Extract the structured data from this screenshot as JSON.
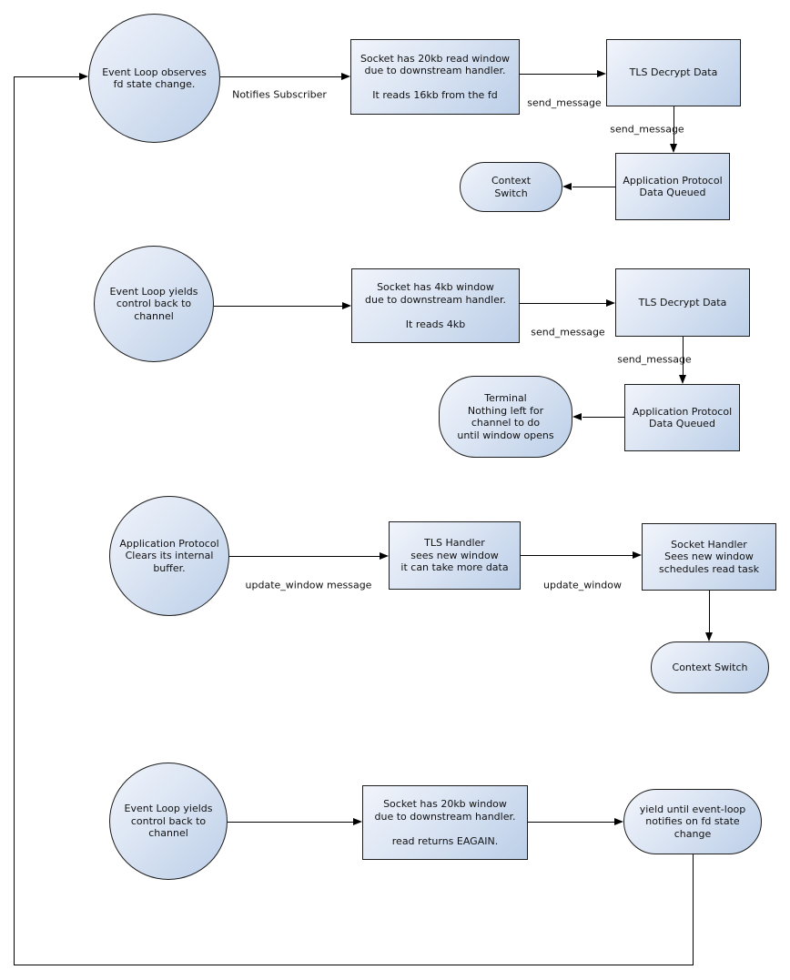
{
  "colors": {
    "background": "#ffffff",
    "node_fill_light": "#f1f4fb",
    "node_fill_dark": "#bccfe8",
    "node_border": "#1c1c1c",
    "edge": "#000000",
    "text": "#111111"
  },
  "row1": {
    "circle": "Event Loop observes\nfd state change.",
    "socket_box": "Socket has 20kb read window\ndue to downstream handler.\n\nIt reads 16kb from the fd",
    "tls_box": "TLS Decrypt Data",
    "app_box": "Application Protocol\nData Queued",
    "context_switch": "Context\nSwitch",
    "labels": {
      "notifies": "Notifies Subscriber",
      "send_a": "send_message",
      "send_b": "send_message"
    }
  },
  "row2": {
    "circle": "Event Loop yields\ncontrol back to\nchannel",
    "socket_box": "Socket has 4kb window\ndue to downstream handler.\n\nIt reads 4kb",
    "tls_box": "TLS Decrypt Data",
    "app_box": "Application Protocol\nData Queued",
    "terminal": "Terminal\nNothing left for\nchannel to do\nuntil window opens",
    "labels": {
      "send_a": "send_message",
      "send_b": "send_message"
    }
  },
  "row3": {
    "circle": "Application Protocol\nClears its internal\nbuffer.",
    "tls_handler_box": "TLS Handler\nsees new window\nit can take more data",
    "socket_handler_box": "Socket Handler\nSees new window\nschedules read task",
    "context_switch": "Context Switch",
    "labels": {
      "update_a": "update_window message",
      "update_b": "update_window"
    }
  },
  "row4": {
    "circle": "Event Loop yields\ncontrol back to\nchannel",
    "socket_box": "Socket has 20kb window\ndue to downstream handler.\n\nread returns EAGAIN.",
    "yield_terminal": "yield until event-loop\nnotifies on fd state\nchange"
  }
}
